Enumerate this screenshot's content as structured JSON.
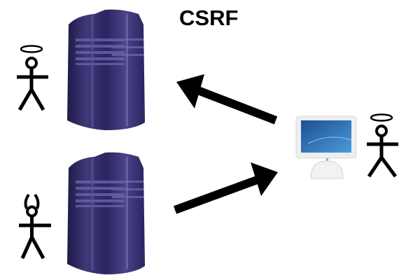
{
  "title": "CSRF",
  "colors": {
    "server": "#3a3570",
    "server_dark": "#1e1a48",
    "server_light": "#6a64a8",
    "screen": "#2f6fb6",
    "ink": "#000000"
  },
  "actors": [
    {
      "role": "trusted-user",
      "icon": "angel-stick-figure"
    },
    {
      "role": "attacker",
      "icon": "devil-stick-figure"
    },
    {
      "role": "victim-user",
      "icon": "angel-stick-figure"
    }
  ],
  "nodes": [
    {
      "kind": "server",
      "icon": "server-tower"
    },
    {
      "kind": "server",
      "icon": "server-tower"
    },
    {
      "kind": "client",
      "icon": "desktop-computer"
    }
  ]
}
